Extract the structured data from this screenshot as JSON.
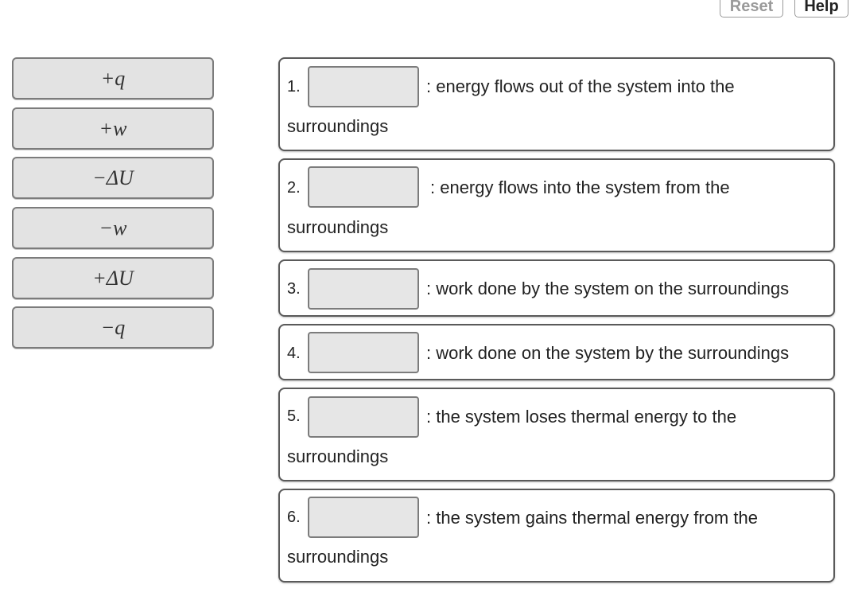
{
  "toolbar": {
    "reset_label": "Reset",
    "help_label": "Help"
  },
  "chips": [
    {
      "label": "+q"
    },
    {
      "label": "+w"
    },
    {
      "label": "−ΔU"
    },
    {
      "label": "−w"
    },
    {
      "label": "+ΔU"
    },
    {
      "label": "−q"
    }
  ],
  "targets": [
    {
      "number": "1.",
      "text": ": energy flows out of the system into the",
      "continuation": "surroundings"
    },
    {
      "number": "2.",
      "text": ": energy flows into the system from the",
      "continuation": "surroundings"
    },
    {
      "number": "3.",
      "text": ": work done by the system on the surroundings"
    },
    {
      "number": "4.",
      "text": ": work done on the system by the surroundings"
    },
    {
      "number": "5.",
      "text": ": the system loses thermal energy to the",
      "continuation": "surroundings"
    },
    {
      "number": "6.",
      "text": ": the system gains thermal energy from the",
      "continuation": "surroundings"
    }
  ]
}
